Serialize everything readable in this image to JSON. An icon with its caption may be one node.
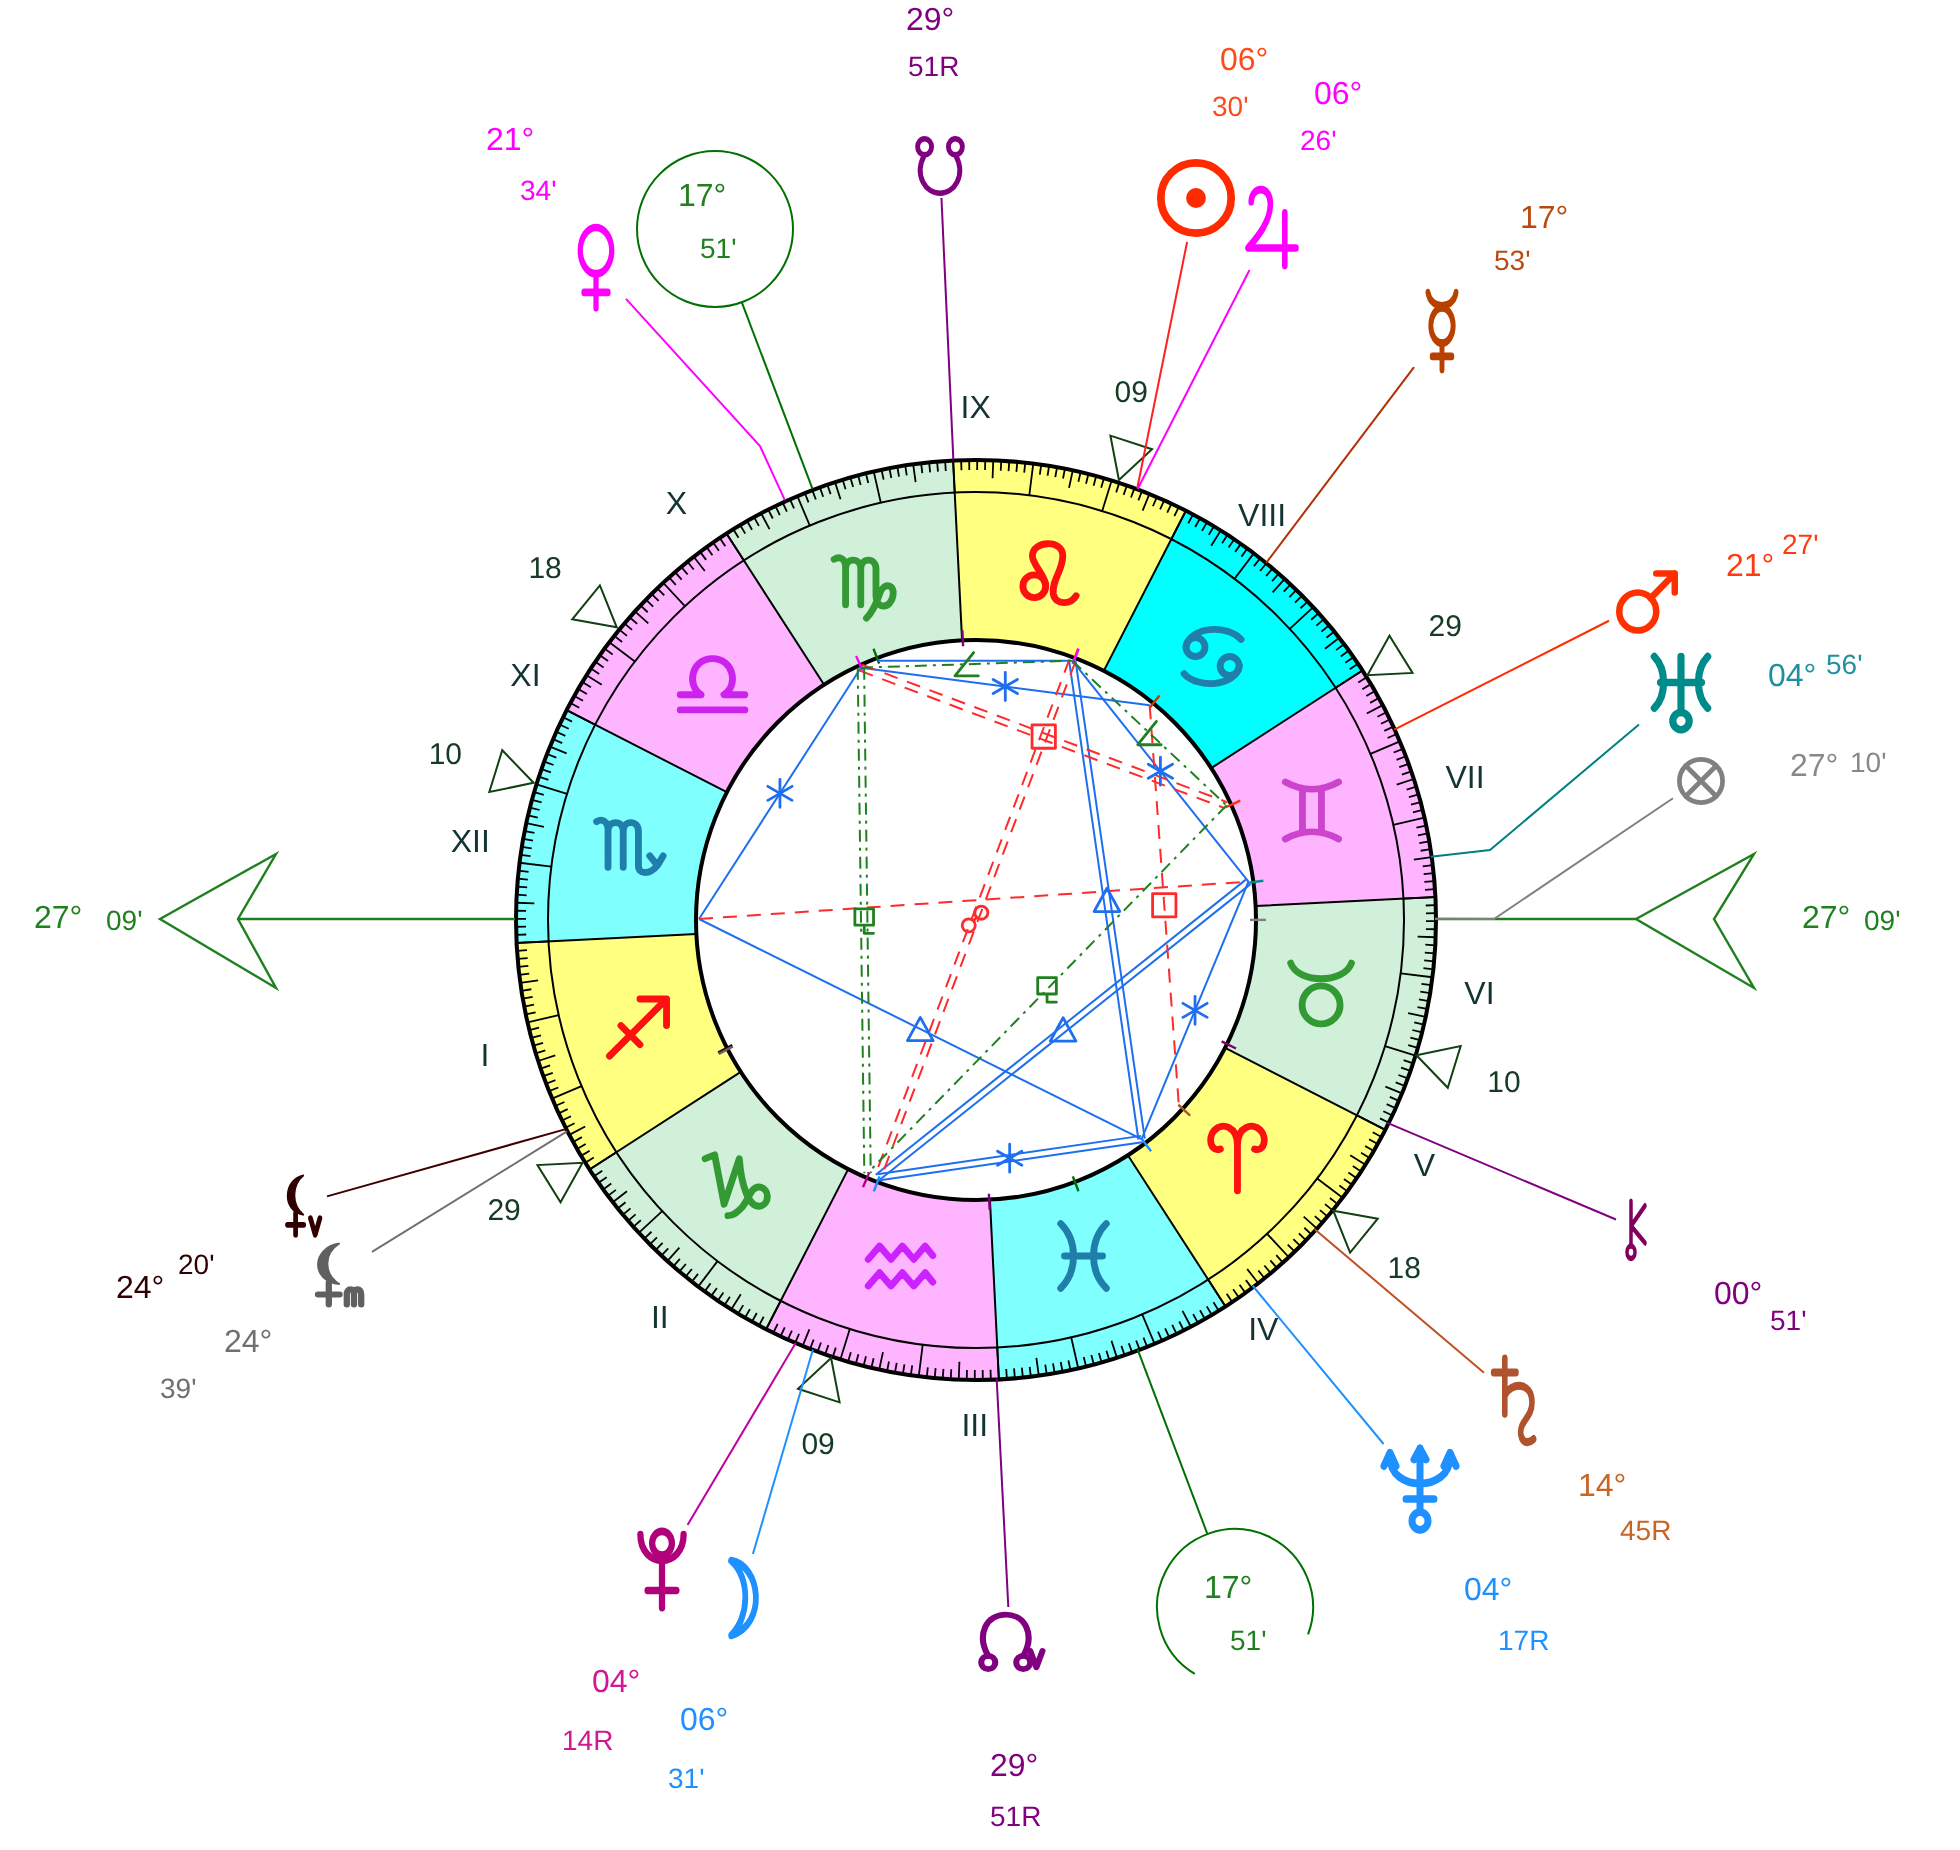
{
  "diagram": {
    "nodes": [
      {
        "text": [
          "29°",
          "51R"
        ]
      },
      {
        "text": [
          "06°",
          "30'"
        ]
      },
      {
        "text": [
          "06°",
          "26'"
        ]
      },
      {
        "text": [
          "21°",
          "34'"
        ]
      },
      {
        "text": [
          "17°",
          "51'"
        ]
      },
      {
        "text": [
          "17°",
          "53'"
        ]
      },
      {
        "text": [],
        "shape": "circle"
      },
      {
        "text": [
          "21°",
          "27'"
        ]
      },
      {
        "text": [
          "04°",
          "56'"
        ]
      },
      {
        "text": [
          "27°",
          "10'"
        ]
      },
      {
        "text": [
          "24°",
          "20'"
        ]
      },
      {
        "text": [
          "00°",
          "51'"
        ]
      },
      {
        "text": [
          "24°",
          "39'"
        ]
      },
      {
        "text": [
          "14°",
          "45R"
        ]
      },
      {
        "text": [
          "04°",
          "17R"
        ]
      },
      {
        "text": [
          "17°",
          "51'"
        ]
      },
      {
        "text": [
          "04°",
          "14R"
        ]
      },
      {
        "text": [
          "06°",
          "31'"
        ]
      },
      {
        "text": [
          "29°",
          "51R"
        ]
      }
    ],
    "edges": [
      {
        "from": 0,
        "to": 6,
        "arrow": "none",
        "color": "#800080"
      },
      {
        "from": 1,
        "to": 6,
        "arrow": "none",
        "color": "#ff2020"
      },
      {
        "from": 2,
        "to": 6,
        "arrow": "none",
        "color": "#ff00ff"
      },
      {
        "from": 3,
        "to": 6,
        "arrow": "none",
        "color": "#ff00ff"
      },
      {
        "from": 4,
        "to": 6,
        "arrow": "none",
        "color": "#007000"
      },
      {
        "from": 5,
        "to": 6,
        "arrow": "none",
        "color": "#b03000"
      },
      {
        "from": 7,
        "to": 6,
        "arrow": "none",
        "color": "#ff2a00"
      },
      {
        "from": 8,
        "to": 6,
        "arrow": "none",
        "color": "#008080"
      },
      {
        "from": 9,
        "to": 6,
        "arrow": "none",
        "color": "#808080"
      },
      {
        "from": 10,
        "to": 6,
        "arrow": "none",
        "color": "#400000"
      },
      {
        "from": 11,
        "to": 6,
        "arrow": "none",
        "color": "#800080"
      },
      {
        "from": 12,
        "to": 6,
        "arrow": "none",
        "color": "#707070"
      },
      {
        "from": 13,
        "to": 6,
        "arrow": "none",
        "color": "#c05020"
      },
      {
        "from": 14,
        "to": 6,
        "arrow": "none",
        "color": "#1e90ff"
      },
      {
        "from": 15,
        "to": 6,
        "arrow": "none",
        "color": "#007000"
      },
      {
        "from": 16,
        "to": 6,
        "arrow": "none",
        "color": "#c000a0"
      },
      {
        "from": 17,
        "to": 6,
        "arrow": "none",
        "color": "#1e90ff"
      },
      {
        "from": 18,
        "to": 6,
        "arrow": "none",
        "color": "#800080"
      }
    ],
    "labels": [
      "09",
      "IX",
      "X",
      "VIII",
      "18",
      "29",
      "XI",
      "10",
      "VII",
      "XII",
      "27°",
      "09'",
      "27°",
      "09'",
      "VI",
      "I",
      "10",
      "V",
      "29",
      "18",
      "II",
      "IV",
      "III",
      "09"
    ]
  }
}
